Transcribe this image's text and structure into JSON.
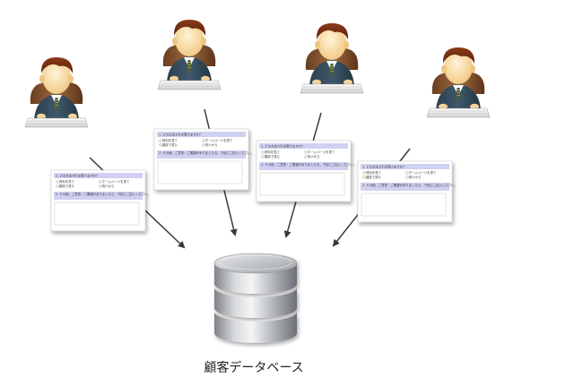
{
  "caption": "顧客データベース",
  "form": {
    "question1": "1. どの方法で引き受けますか？",
    "options": [
      "資料を見て",
      "ホームページを見て",
      "雑誌で見た",
      "知人から"
    ],
    "question2": "2. その他、ご意見・ご要望がありましたら、下記にご記入ください。"
  },
  "colors": {
    "form_header": "#cfd0f2",
    "arrow": "#3a3a3a",
    "db_body": "#b9bcc0"
  }
}
